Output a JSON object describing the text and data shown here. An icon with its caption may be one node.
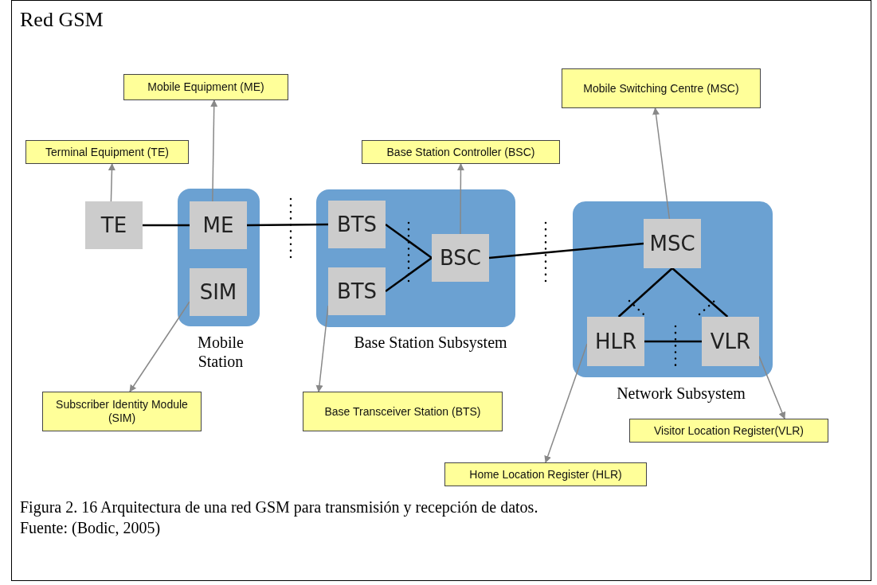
{
  "diagram": {
    "title": "Red GSM",
    "caption": "Figura 2. 16 Arquitectura de una red GSM para transmisión y recepción de datos.",
    "nodes": [
      {
        "text": [],
        "shape": "box",
        "beside": [
          "Mobile Station"
        ]
      },
      {
        "text": [],
        "shape": "box",
        "beside": [
          "Base Station Subsystem"
        ]
      },
      {
        "text": [],
        "shape": "box",
        "beside": [
          "Network Subsystem"
        ]
      },
      {
        "text": [
          "TE"
        ]
      },
      {
        "text": [
          "ME"
        ],
        "in": 0
      },
      {
        "text": [
          "SIM"
        ],
        "in": 0
      },
      {
        "text": [
          "BTS"
        ],
        "in": 1
      },
      {
        "text": [
          "BTS"
        ],
        "in": 1
      },
      {
        "text": [
          "BSC"
        ],
        "in": 1
      },
      {
        "text": [
          "MSC"
        ],
        "in": 2
      },
      {
        "text": [
          "HLR"
        ],
        "in": 2
      },
      {
        "text": [
          "VLR"
        ],
        "in": 2
      },
      {
        "text": [
          "Mobile Equipment (ME)"
        ]
      },
      {
        "text": [
          "Terminal Equipment (TE)"
        ]
      },
      {
        "text": [
          "Base Station Controller (BSC)"
        ]
      },
      {
        "text": [
          "Mobile Switching Centre (MSC)"
        ]
      },
      {
        "text": [
          "Subscriber Identity Module (SIM)"
        ]
      },
      {
        "text": [
          "Base Transceiver Station (BTS)"
        ]
      },
      {
        "text": [
          "Visitor Location Register(VLR)"
        ]
      },
      {
        "text": [
          "Home Location Register (HLR)"
        ]
      }
    ],
    "edges": [
      {
        "from": 3,
        "to": 4,
        "arrow": "none"
      },
      {
        "from": 4,
        "to": 6,
        "arrow": "none"
      },
      {
        "from": 6,
        "to": 8,
        "arrow": "none"
      },
      {
        "from": 7,
        "to": 8,
        "arrow": "none"
      },
      {
        "from": 8,
        "to": 9,
        "arrow": "none"
      },
      {
        "from": 9,
        "to": 10,
        "arrow": "none"
      },
      {
        "from": 9,
        "to": 11,
        "arrow": "none"
      },
      {
        "from": 10,
        "to": 11,
        "arrow": "none"
      },
      {
        "from": 3,
        "to": 13,
        "arrow": "to",
        "color": "#888888"
      },
      {
        "from": 4,
        "to": 12,
        "arrow": "to",
        "color": "#888888"
      },
      {
        "from": 8,
        "to": 14,
        "arrow": "to",
        "color": "#888888"
      },
      {
        "from": 9,
        "to": 15,
        "arrow": "to",
        "color": "#888888"
      },
      {
        "from": 5,
        "to": 16,
        "arrow": "to",
        "color": "#888888"
      },
      {
        "from": 7,
        "to": 17,
        "arrow": "to",
        "color": "#888888"
      },
      {
        "from": 11,
        "to": 18,
        "arrow": "to",
        "color": "#888888"
      },
      {
        "from": 10,
        "to": 19,
        "arrow": "to",
        "color": "#888888"
      }
    ],
    "labels": [
      "Fuente: (Bodic, 2005)"
    ]
  }
}
